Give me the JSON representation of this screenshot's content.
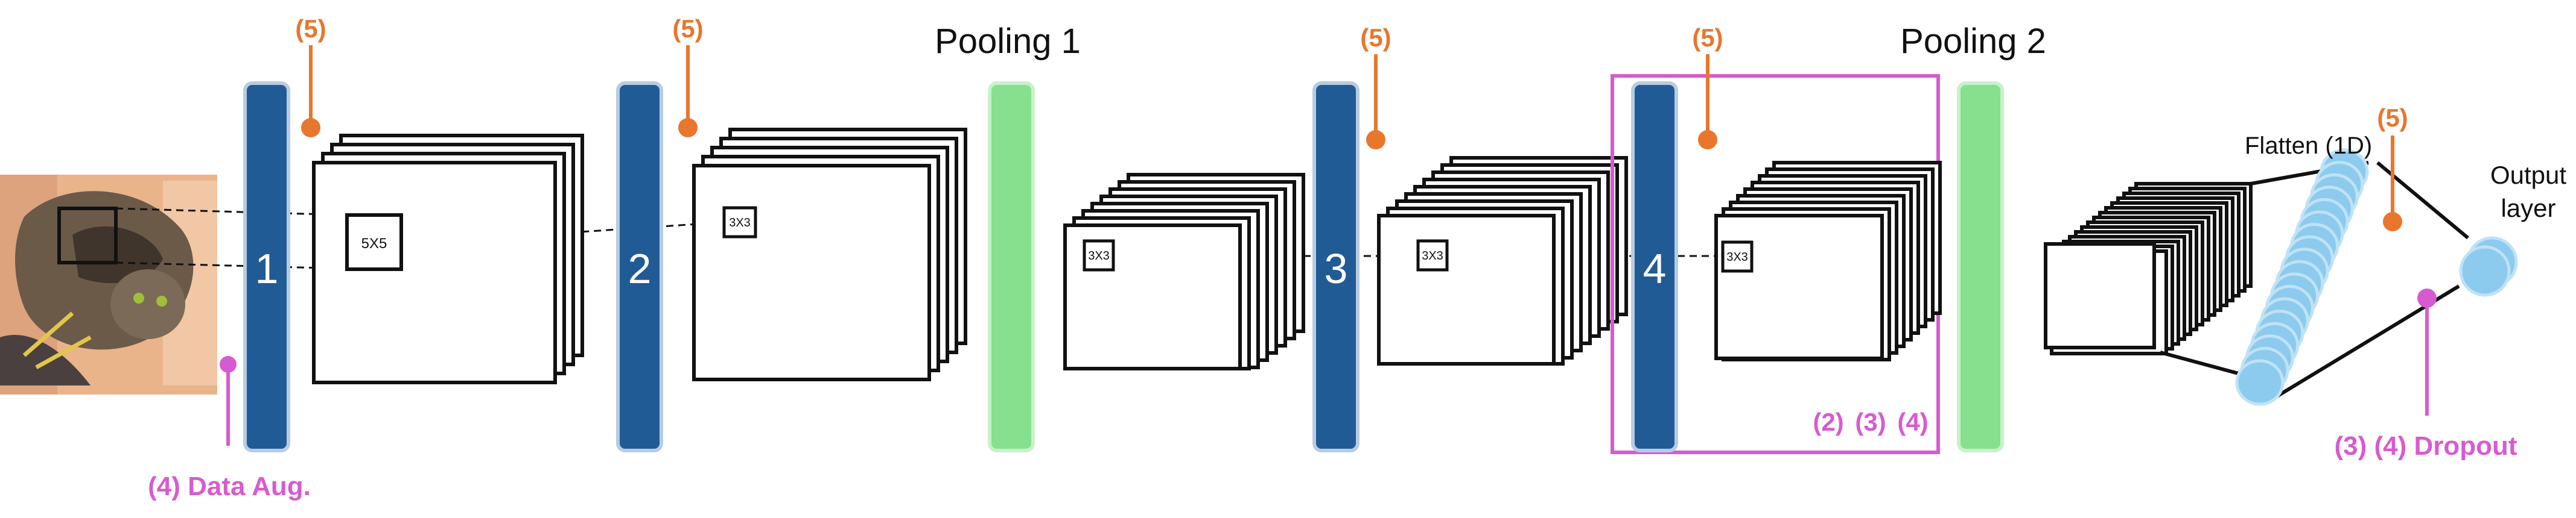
{
  "colors": {
    "conv_block": "#215B96",
    "conv_block_border": "#B7CCE2",
    "pool_block": "#87E08E",
    "pool_block_border": "#C8F1CB",
    "annotation_orange": "#E8762D",
    "annotation_pink": "#D75BD0",
    "neuron_fill": "#8CCBEE",
    "neuron_stroke": "#BFE2F5",
    "photo_bg": "#E9B48A"
  },
  "icons": {
    "input_image": "cat-photo"
  },
  "conv_layers": [
    {
      "label": "1",
      "kernel_label": "5X5"
    },
    {
      "label": "2",
      "kernel_label": "3X3"
    },
    {
      "label": "3",
      "kernel_label": "3X3"
    },
    {
      "label": "4",
      "kernel_label": "3X3"
    }
  ],
  "pool_layers": [
    {
      "label": "Pooling 1",
      "kernel_label": "3X3"
    },
    {
      "label": "Pooling 2",
      "kernel_label": ""
    }
  ],
  "dense": {
    "flatten_label": "Flatten (1D)",
    "output_label_line1": "Output",
    "output_label_line2": "layer"
  },
  "annotations": {
    "orange_markers": [
      "(5)",
      "(5)",
      "(5)",
      "(5)",
      "(5)"
    ],
    "data_aug": "(4) Data Aug.",
    "box_tags": [
      "(2)",
      "(3)",
      "(4)"
    ],
    "dropout": "(3) (4) Dropout"
  }
}
